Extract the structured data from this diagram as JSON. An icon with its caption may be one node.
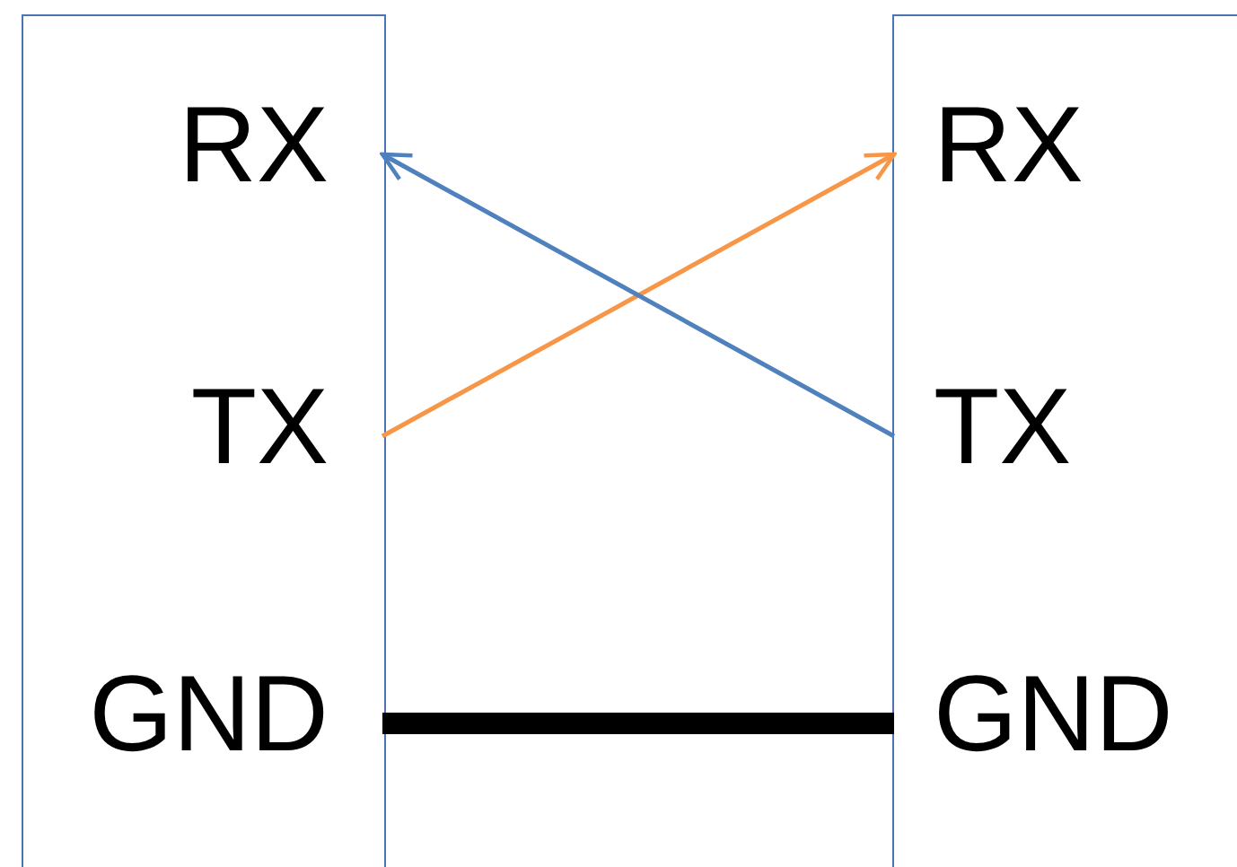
{
  "diagram": {
    "nodes": [
      {
        "text": [],
        "shape": "box"
      },
      {
        "text": [
          "RX"
        ],
        "in": 0
      },
      {
        "text": [
          "TX"
        ],
        "in": 0
      },
      {
        "text": [
          "GND"
        ],
        "in": 0
      },
      {
        "text": [],
        "shape": "box"
      },
      {
        "text": [
          "RX"
        ],
        "in": 4
      },
      {
        "text": [
          "TX"
        ],
        "in": 4
      },
      {
        "text": [
          "GND"
        ],
        "in": 4
      }
    ],
    "edges": [
      {
        "from": 2,
        "to": 5,
        "arrow": "to",
        "color": "#f79646"
      },
      {
        "from": 6,
        "to": 1,
        "arrow": "to",
        "color": "#4f81bd"
      },
      {
        "from": 3,
        "to": 7,
        "arrow": "none",
        "style": "thick",
        "color": "#000000"
      }
    ]
  }
}
